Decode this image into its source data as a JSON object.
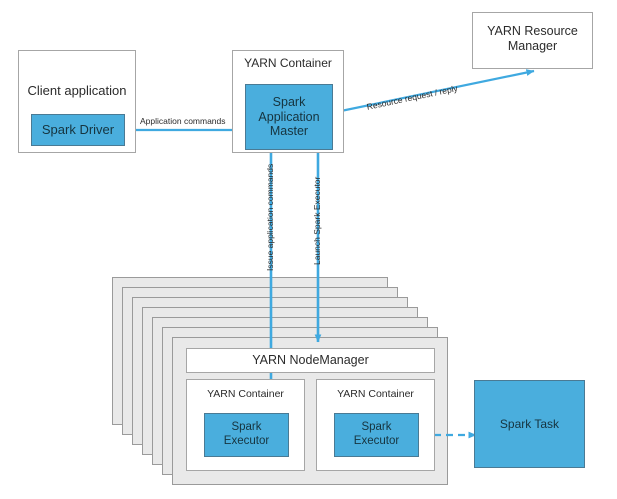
{
  "diagram": {
    "title": "Spark on YARN cluster mode architecture",
    "colors": {
      "accent_blue": "#4aaedd",
      "blue_border": "#4a7a94",
      "arrow_blue": "#3fa9e0",
      "box_border": "#a6a6a6",
      "stack_fill": "#e9e9e9",
      "stack_border": "#9a9a9a",
      "background": "#ffffff",
      "text": "#2b2b2b"
    },
    "nodes": {
      "client_application": {
        "label": "Client application"
      },
      "spark_driver": {
        "label": "Spark Driver"
      },
      "yarn_container_am": {
        "label": "YARN Container"
      },
      "spark_application_master": {
        "label": "Spark\nApplication\nMaster"
      },
      "yarn_resource_manager": {
        "label": "YARN Resource\nManager"
      },
      "yarn_nodemanager": {
        "label": "YARN NodeManager"
      },
      "yarn_container_exec_1": {
        "label": "YARN Container"
      },
      "spark_executor_1": {
        "label": "Spark\nExecutor"
      },
      "yarn_container_exec_2": {
        "label": "YARN Container"
      },
      "spark_executor_2": {
        "label": "Spark\nExecutor"
      },
      "spark_task": {
        "label": "Spark Task"
      }
    },
    "edges": {
      "application_commands": {
        "label": "Application commands"
      },
      "resource_request_reply": {
        "label": "Resource request / reply"
      },
      "issue_application_commands": {
        "label": "Issue application commands"
      },
      "launch_spark_executor": {
        "label": "Launch Spark Executor"
      },
      "executor_to_task": {
        "label": ""
      }
    },
    "node_stack": {
      "layer_count": 7
    }
  }
}
